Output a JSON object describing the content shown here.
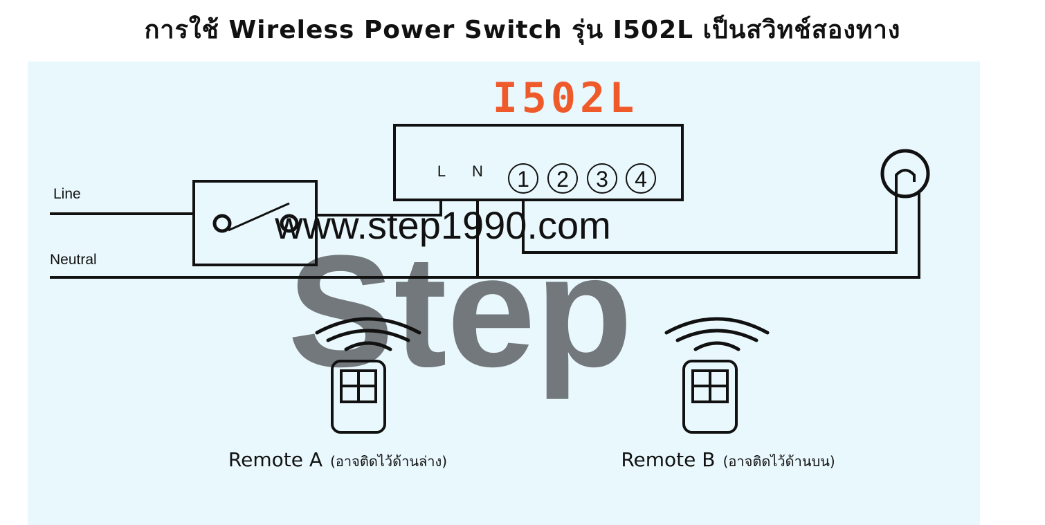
{
  "title": "การใช้ Wireless Power Switch รุ่น I502L เป็นสวิทช์สองทาง",
  "model_label": "I502L",
  "watermark": {
    "url": "www.step1990.com",
    "brand": "Step"
  },
  "wire_labels": {
    "line": "Line",
    "neutral": "Neutral"
  },
  "terminals": {
    "l": "L",
    "n": "N",
    "channels": [
      "1",
      "2",
      "3",
      "4"
    ]
  },
  "remotes": [
    {
      "name": "Remote A",
      "note": "(อาจติดไว้ด้านล่าง)"
    },
    {
      "name": "Remote B",
      "note": "(อาจติดไว้ด้านบน)"
    }
  ],
  "colors": {
    "panel_background": "#e9f8fd",
    "model_label": "#ef5a2a",
    "line_stroke": "#111111",
    "watermark": "#d6e6ee"
  }
}
